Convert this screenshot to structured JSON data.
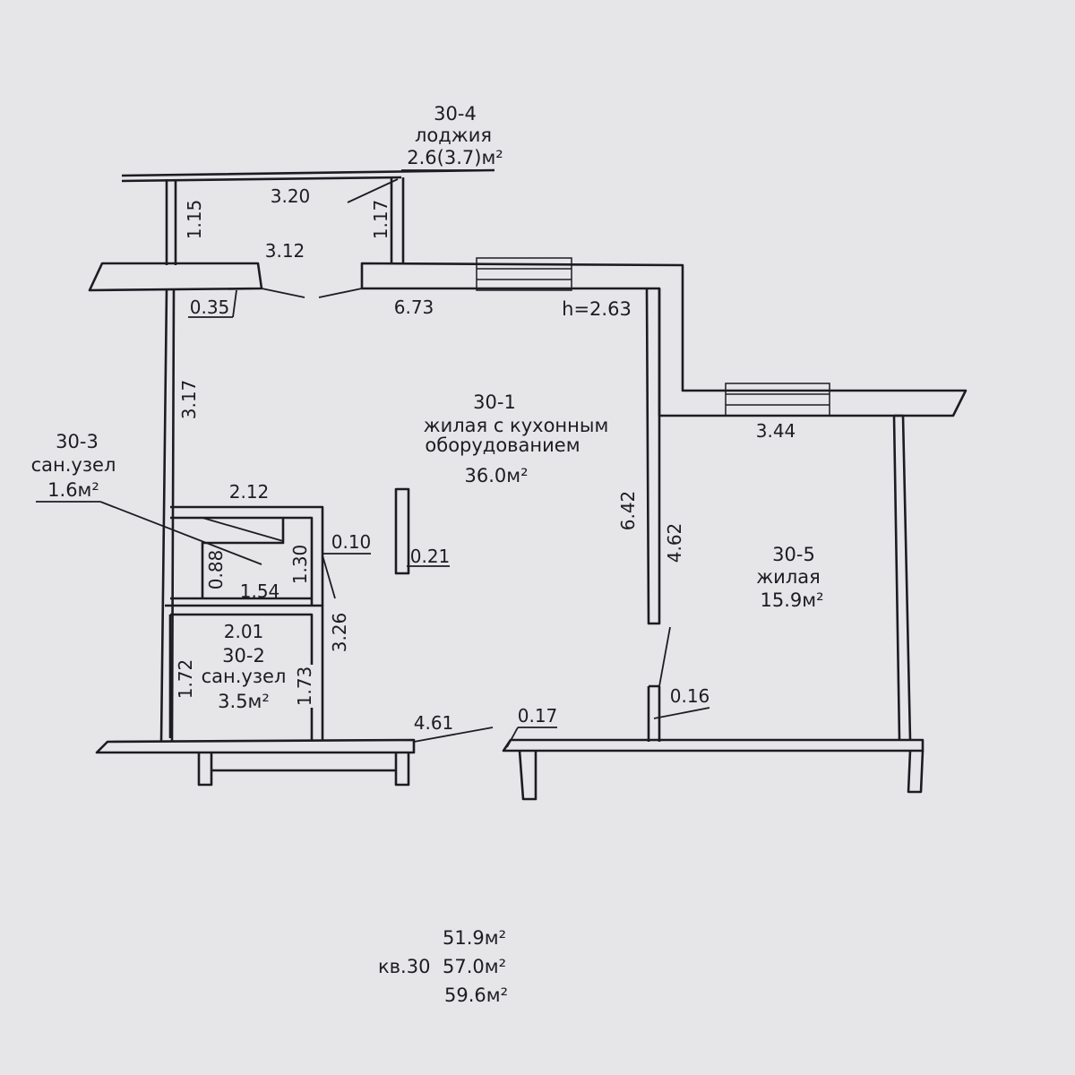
{
  "rooms": {
    "loggia": {
      "number": "30-4",
      "name": "лоджия",
      "area": "2.6(3.7)м²"
    },
    "living_kitchen": {
      "number": "30-1",
      "name_line1": "жилая с кухонным",
      "name_line2": "оборудованием",
      "area": "36.0м²"
    },
    "bath_small": {
      "number": "30-3",
      "name": "сан.узел",
      "area": "1.6м²"
    },
    "bath_large": {
      "number": "30-2",
      "name": "сан.узел",
      "area": "3.5м²"
    },
    "bedroom": {
      "number": "30-5",
      "name": "жилая",
      "area": "15.9м²"
    }
  },
  "ceiling_height": "h=2.63",
  "dimensions": {
    "loggia_top": "3.20",
    "loggia_bottom": "3.12",
    "loggia_left": "1.15",
    "loggia_right": "1.17",
    "wall_thickness_left": "0.35",
    "living_top": "6.73",
    "living_left": "3.17",
    "living_right": "6.42",
    "living_bottom": "4.61",
    "bath_small_top": "2.12",
    "bath_small_left": "0.88",
    "bath_small_bottom": "1.54",
    "bath_small_right": "1.30",
    "partition_small": "0.10",
    "column": "0.21",
    "bath_large_top": "2.01",
    "bath_large_left": "1.72",
    "bath_large_right": "1.73",
    "corridor": "3.26",
    "bedroom_top": "3.44",
    "bedroom_left": "4.62",
    "door_partition": "0.16",
    "door_threshold": "0.17"
  },
  "summary": {
    "apartment": "кв.30",
    "area_living": "51.9м²",
    "area_total": "57.0м²",
    "area_with_loggia": "59.6м²"
  }
}
